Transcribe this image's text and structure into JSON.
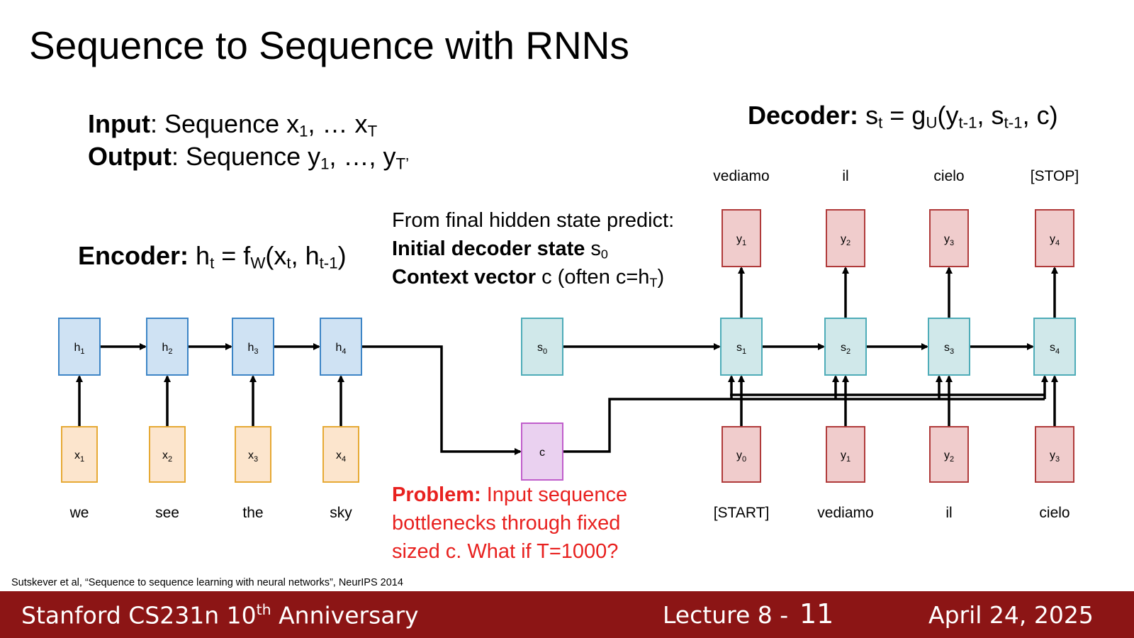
{
  "title": "Sequence to Sequence with RNNs",
  "io": {
    "input_label": "Input",
    "input_text": ": Sequence x",
    "input_sub1": "1",
    "input_mid": ", … x",
    "input_subT": "T",
    "output_label": "Output",
    "output_text": ": Sequence y",
    "output_sub1": "1",
    "output_mid": ", …, y",
    "output_subT": "T’"
  },
  "encoder": {
    "label": "Encoder:",
    "eq_h": "h",
    "eq_t": "t",
    "eq_mid": " = f",
    "eq_W": "W",
    "eq_args1": "(x",
    "eq_args2": ", h",
    "eq_tm1": "t-1",
    "eq_close": ")"
  },
  "decoder": {
    "label": "Decoder:",
    "eq_s": "s",
    "eq_t": "t",
    "eq_mid": " = g",
    "eq_U": "U",
    "eq_args1": "(y",
    "eq_tm1a": "t-1",
    "eq_args2": ", s",
    "eq_tm1b": "t-1",
    "eq_close": ", c)"
  },
  "final_state": {
    "line1": "From final hidden state predict:",
    "line2_bold": "Initial decoder state",
    "line2_rest": " s",
    "line2_sub": "0",
    "line3_bold": "Context vector",
    "line3_rest": " c (often c=h",
    "line3_sub": "T",
    "line3_close": ")"
  },
  "problem": {
    "label": "Problem:",
    "line1": " Input sequence",
    "line2": "bottlenecks through fixed",
    "line3": "sized c. What if T=1000?"
  },
  "encoder_words": [
    "we",
    "see",
    "the",
    "sky"
  ],
  "decoder_input_words": [
    "[START]",
    "vediamo",
    "il",
    "cielo"
  ],
  "decoder_output_words": [
    "vediamo",
    "il",
    "cielo",
    "[STOP]"
  ],
  "nodes": {
    "x": [
      {
        "n": "x",
        "s": "1"
      },
      {
        "n": "x",
        "s": "2"
      },
      {
        "n": "x",
        "s": "3"
      },
      {
        "n": "x",
        "s": "4"
      }
    ],
    "h": [
      {
        "n": "h",
        "s": "1"
      },
      {
        "n": "h",
        "s": "2"
      },
      {
        "n": "h",
        "s": "3"
      },
      {
        "n": "h",
        "s": "4"
      }
    ],
    "s0": {
      "n": "s",
      "s": "0"
    },
    "c": {
      "n": "c",
      "s": ""
    },
    "s": [
      {
        "n": "s",
        "s": "1"
      },
      {
        "n": "s",
        "s": "2"
      },
      {
        "n": "s",
        "s": "3"
      },
      {
        "n": "s",
        "s": "4"
      }
    ],
    "y_out": [
      {
        "n": "y",
        "s": "1"
      },
      {
        "n": "y",
        "s": "2"
      },
      {
        "n": "y",
        "s": "3"
      },
      {
        "n": "y",
        "s": "4"
      }
    ],
    "y_in": [
      {
        "n": "y",
        "s": "0"
      },
      {
        "n": "y",
        "s": "1"
      },
      {
        "n": "y",
        "s": "2"
      },
      {
        "n": "y",
        "s": "3"
      }
    ]
  },
  "colors": {
    "x_fill": "#fce5cd",
    "x_stroke": "#e6a934",
    "h_fill": "#cfe2f3",
    "h_stroke": "#3d85c6",
    "s_fill": "#d0e8ea",
    "s_stroke": "#4eacb8",
    "c_fill": "#ead1f0",
    "c_stroke": "#c05ecb",
    "y_fill": "#f0cccc",
    "y_stroke": "#b03a3a",
    "problem": "#e8211f",
    "footer": "#8c1515"
  },
  "citation": "Sutskever et al, “Sequence to sequence learning with neural networks”, NeurIPS 2014",
  "footer": {
    "course": "Stanford CS231n 10",
    "course_sup": "th",
    "course_rest": " Anniversary",
    "lecture": "Lecture 8 - ",
    "page": "11",
    "date": "April 24, 2025"
  }
}
